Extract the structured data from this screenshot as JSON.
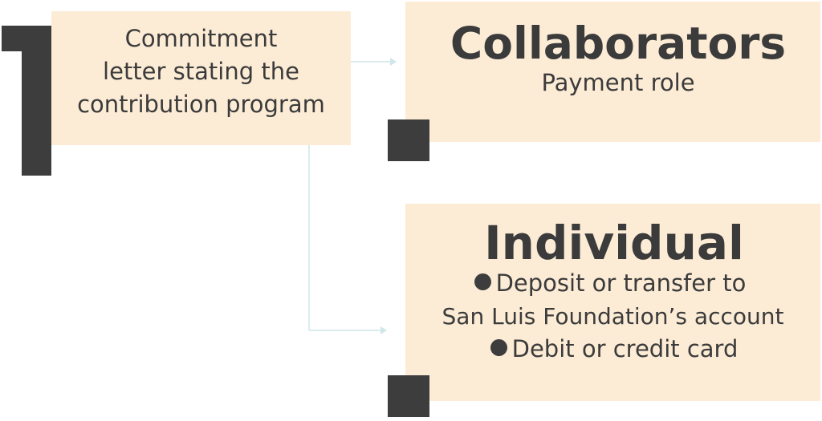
{
  "step": {
    "number_glyph": "1",
    "text": "Commitment\nletter stating the\ncontribution program"
  },
  "collaborators": {
    "title": "Collaborators",
    "subtitle": "Payment role"
  },
  "individual": {
    "title": "Individual",
    "bullet_1_line_1": "Deposit or transfer to",
    "bullet_1_line_2": "San Luis Foundation’s account",
    "bullet_2": "Debit or credit card"
  },
  "colors": {
    "box_fill": "#fcecd6",
    "dark": "#3d3d3d",
    "connector": "#cfe6ea"
  }
}
